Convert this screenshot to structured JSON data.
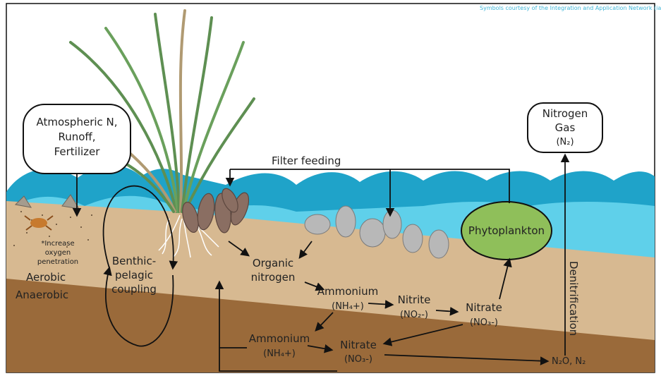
{
  "credit": "Symbols courtesy of the Integration and Application Network (ian.umces.edu/symbol",
  "sources_box": {
    "lines": [
      "Atmospheric N,",
      "Runoff,",
      "Fertilizer"
    ]
  },
  "nitrogen_gas_box": {
    "lines": [
      "Nitrogen",
      "Gas",
      "(N₂)"
    ]
  },
  "phytoplankton": "Phytoplankton",
  "filter_feeding": "Filter feeding",
  "oxygen_note": [
    "*Increase",
    "oxygen",
    "penetration"
  ],
  "zone_aerobic": "Aerobic",
  "zone_anaerobic": "Anaerobic",
  "coupling": [
    "Benthic-",
    "pelagic",
    "coupling"
  ],
  "organic_nitrogen": [
    "Organic",
    "nitrogen"
  ],
  "ammonium_upper": [
    "Ammonium",
    "(NH₄+)"
  ],
  "nitrite": [
    "Nitrite",
    "(NO₂-)"
  ],
  "nitrate_upper": [
    "Nitrate",
    "(NO₃-)"
  ],
  "ammonium_lower": [
    "Ammonium",
    "(NH₄+)"
  ],
  "nitrate_lower": [
    "Nitrate",
    "(NO₃-)"
  ],
  "n2o": "N₂O, N₂",
  "denitrification": "Denitrification",
  "colors": {
    "sky": "#ffffff",
    "water_dark": "#1fa3c9",
    "water_light": "#5fd0ea",
    "sediment_aerobic": "#d7b991",
    "sediment_anaerobic": "#9a6a3a",
    "phytoplankton": "#8fbf5a",
    "seagrass": "#5e8f52",
    "oyster": "#b8b8b8",
    "mussel": "#8a6e62"
  }
}
